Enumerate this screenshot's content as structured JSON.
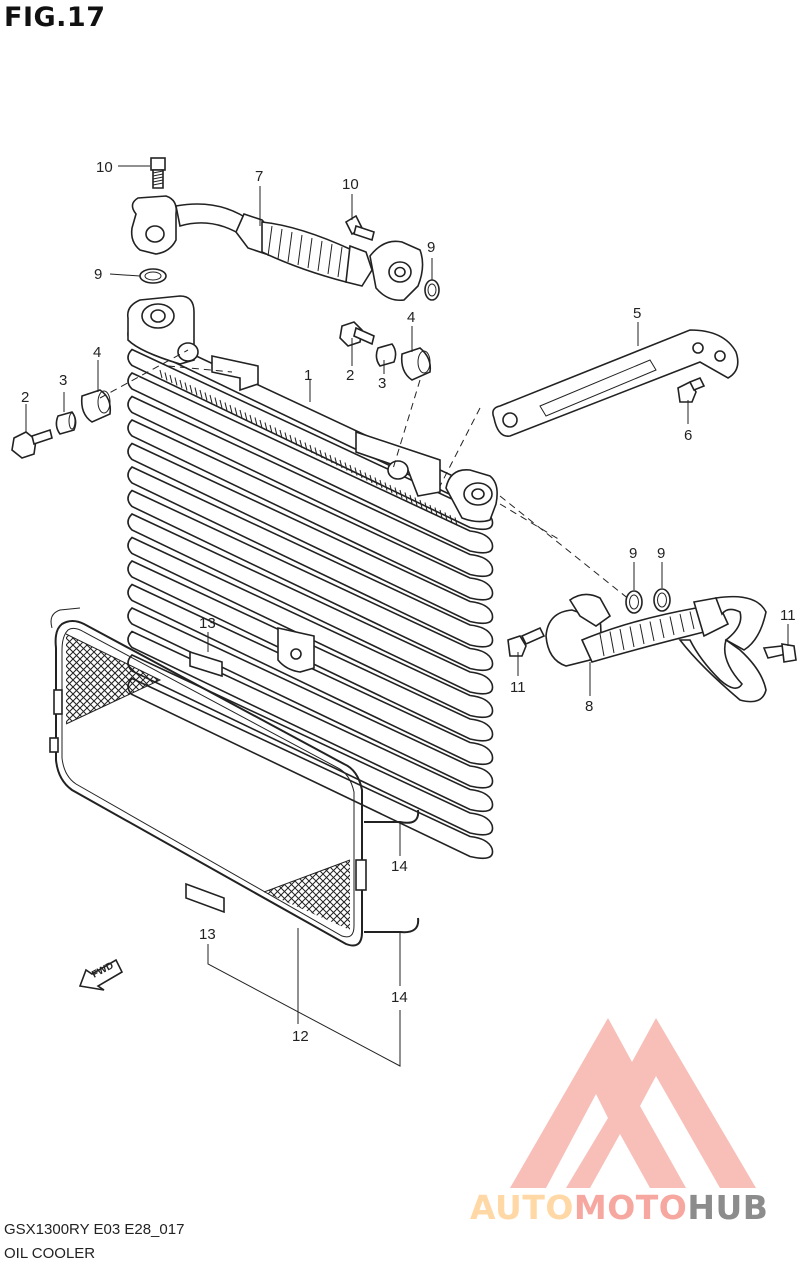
{
  "figure": {
    "title": "FIG.17"
  },
  "footer": {
    "model_code": "GSX1300RY E03 E28_017",
    "section_name": "OIL COOLER"
  },
  "callouts": {
    "c1": "1",
    "c2a": "2",
    "c2b": "2",
    "c3a": "3",
    "c3b": "3",
    "c4a": "4",
    "c4b": "4",
    "c5": "5",
    "c6": "6",
    "c7": "7",
    "c8": "8",
    "c9a": "9",
    "c9b": "9",
    "c9c": "9",
    "c9d": "9",
    "c10a": "10",
    "c10b": "10",
    "c11a": "11",
    "c11b": "11",
    "c12": "12",
    "c13a": "13",
    "c13b": "13",
    "c14a": "14",
    "c14b": "14"
  },
  "fwd_label": "FWD",
  "watermark": {
    "part1": "AUTO",
    "part2": "MOTO",
    "part3": "HUB",
    "colors": {
      "auto": "#ffd8a6",
      "moto": "#f6a8a0",
      "hub": "#8c8c8c",
      "logo": "#f7b3ac"
    }
  }
}
